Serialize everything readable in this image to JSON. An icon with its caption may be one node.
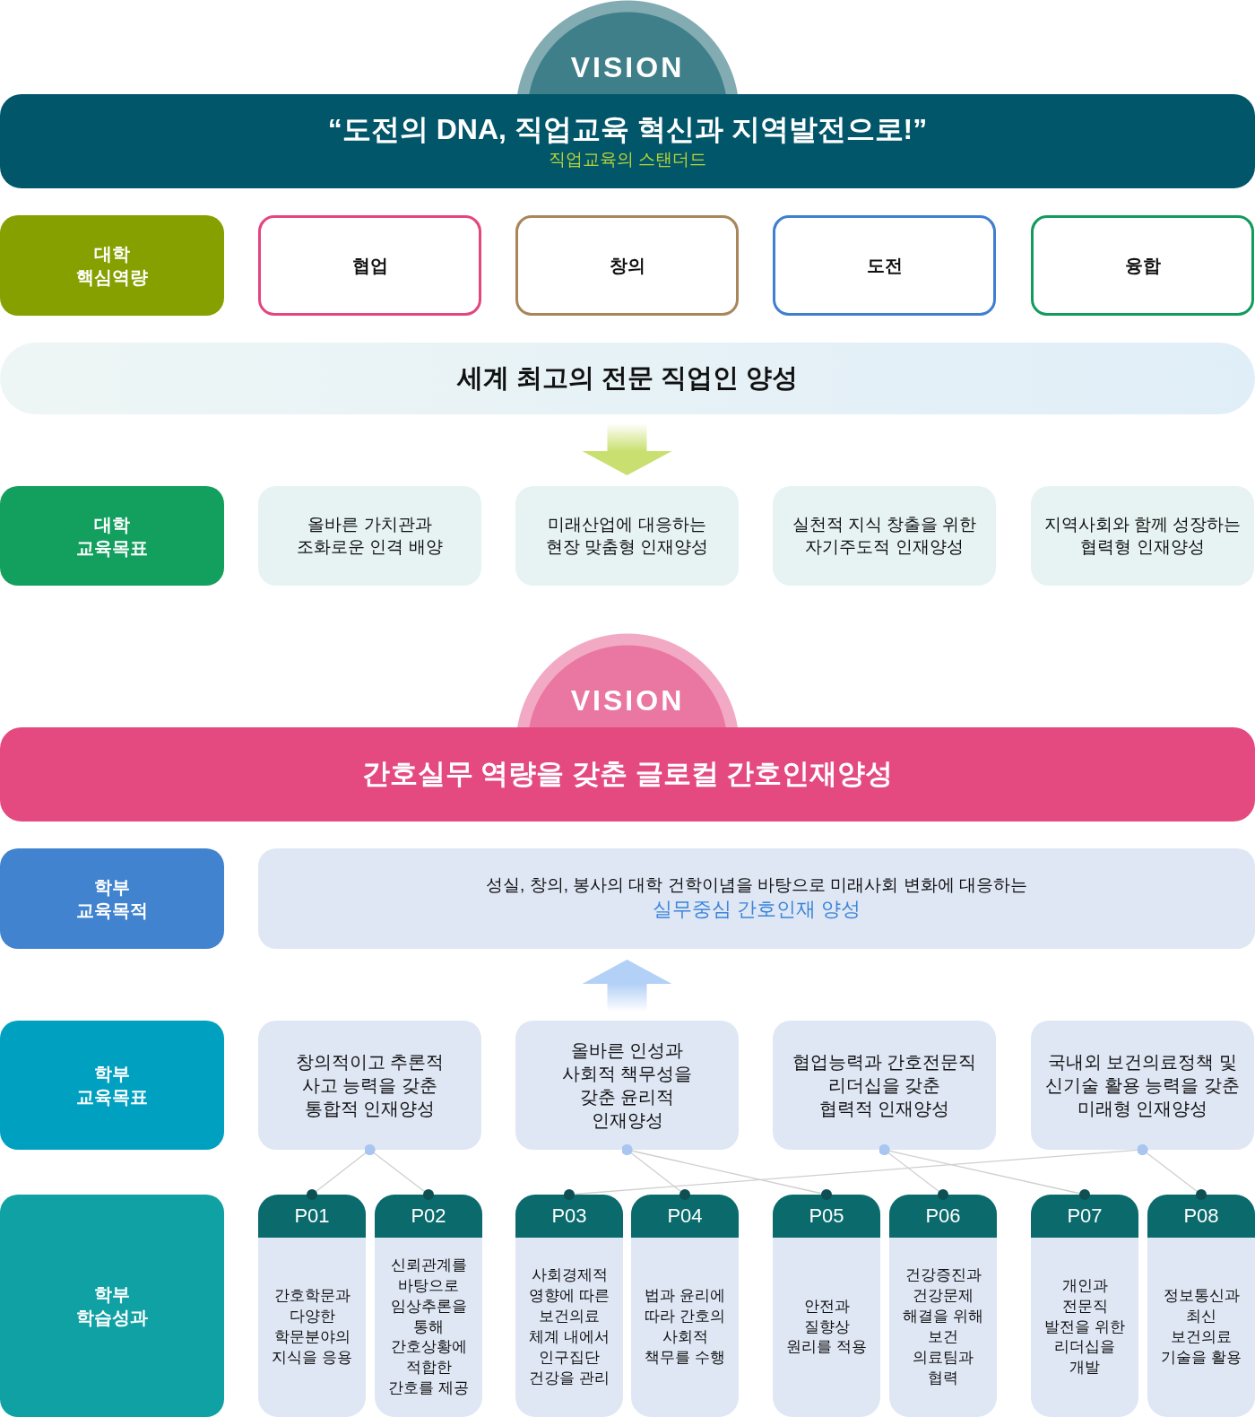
{
  "diagram": {
    "nodes": [
      {
        "text": [
          "VISION"
        ]
      },
      {
        "text": [
          "“도전의 DNA, 직업교육 혁신과 지역발전으로!”",
          "직업교육의 스탠더드"
        ]
      },
      {
        "text": [
          "대학 핵심역량"
        ]
      },
      {
        "text": [
          "협업"
        ]
      },
      {
        "text": [
          "창의"
        ]
      },
      {
        "text": [
          "도전"
        ]
      },
      {
        "text": [
          "융합"
        ]
      },
      {
        "text": [
          "세계 최고의 전문 직업인 양성"
        ]
      },
      {
        "text": [
          "대학 교육목표"
        ]
      },
      {
        "text": [
          "올바른 가치관과 조화로운 인격 배양"
        ]
      },
      {
        "text": [
          "미래산업에 대응하는 현장 맞춤형 인재양성"
        ]
      },
      {
        "text": [
          "실천적 지식 창출을 위한 자기주도적 인재양성"
        ]
      },
      {
        "text": [
          "지역사회와 함께 성장하는 협력형 인재양성"
        ]
      },
      {
        "text": [
          "VISION"
        ]
      },
      {
        "text": [
          "간호실무 역량을 갖춘 글로컬 간호인재양성"
        ]
      },
      {
        "text": [
          "학부 교육목적"
        ]
      },
      {
        "text": [
          "성실, 창의, 봉사의 대학 건학이념을 바탕으로 미래사회 변화에 대응하는",
          "실무중심 간호인재 양성"
        ]
      },
      {
        "text": [
          "학부 교육목표"
        ]
      },
      {
        "text": [
          "창의적이고 추론적 사고 능력을 갖춘 통합적 인재양성"
        ]
      },
      {
        "text": [
          "올바른 인성과 사회적 책무성을 갖춘 윤리적 인재양성"
        ]
      },
      {
        "text": [
          "협업능력과 간호전문직 리더십을 갖춘 협력적 인재양성"
        ]
      },
      {
        "text": [
          "국내외 보건의료정책 및 신기술 활용 능력을 갖춘 미래형 인재양성"
        ]
      },
      {
        "text": [
          "학부 학습성과"
        ]
      },
      {
        "text": [
          "P01",
          "간호학문과 다양한 학문분야의 지식을 응용"
        ]
      },
      {
        "text": [
          "P02",
          "신뢰관계를 바탕으로 임상추론을 통해 간호상황에 적합한 간호를 제공"
        ]
      },
      {
        "text": [
          "P03",
          "사회경제적 영향에 따른 보건의료 체계 내에서 인구집단 건강을 관리"
        ]
      },
      {
        "text": [
          "P04",
          "법과 윤리에 따라 간호의 사회적 책무를 수행"
        ]
      },
      {
        "text": [
          "P05",
          "안전과 질향상 원리를 적용"
        ]
      },
      {
        "text": [
          "P06",
          "건강증진과 건강문제 해결을 위해 보건 의료팀과 협력"
        ]
      },
      {
        "text": [
          "P07",
          "개인과 전문직 발전을 위한 리더십을 개발"
        ]
      },
      {
        "text": [
          "P08",
          "정보통신과 최신 보건의료 기술을 활용"
        ]
      }
    ],
    "edges": [
      {
        "from": 7,
        "to": 10,
        "arrow": "to",
        "style": "thick",
        "color": "#c9e070"
      },
      {
        "from": 19,
        "to": 16,
        "arrow": "to",
        "style": "thick",
        "color": "#b3d0f6"
      },
      {
        "from": 18,
        "to": 23,
        "arrow": "other"
      },
      {
        "from": 18,
        "to": 24,
        "arrow": "other"
      },
      {
        "from": 19,
        "to": 26,
        "arrow": "other"
      },
      {
        "from": 19,
        "to": 27,
        "arrow": "other"
      },
      {
        "from": 20,
        "to": 28,
        "arrow": "other"
      },
      {
        "from": 20,
        "to": 29,
        "arrow": "other"
      },
      {
        "from": 21,
        "to": 30,
        "arrow": "other"
      },
      {
        "from": 21,
        "to": 25,
        "arrow": "other"
      }
    ]
  }
}
